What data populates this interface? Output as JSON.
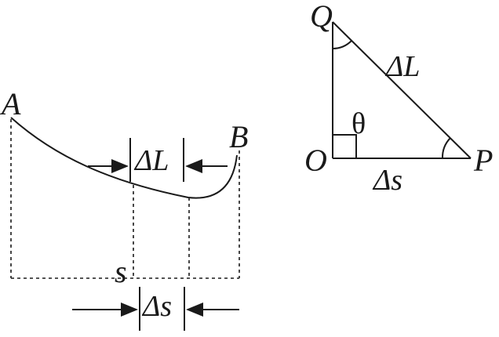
{
  "left": {
    "point_a": "A",
    "point_b": "B",
    "delta_l_label": "ΔL",
    "delta_s_label": "Δs",
    "s_label": "s"
  },
  "right": {
    "vertex_q": "Q",
    "vertex_o": "O",
    "vertex_p": "P",
    "hypotenuse_label": "ΔL",
    "base_label": "Δs",
    "angle_label": "θ"
  }
}
